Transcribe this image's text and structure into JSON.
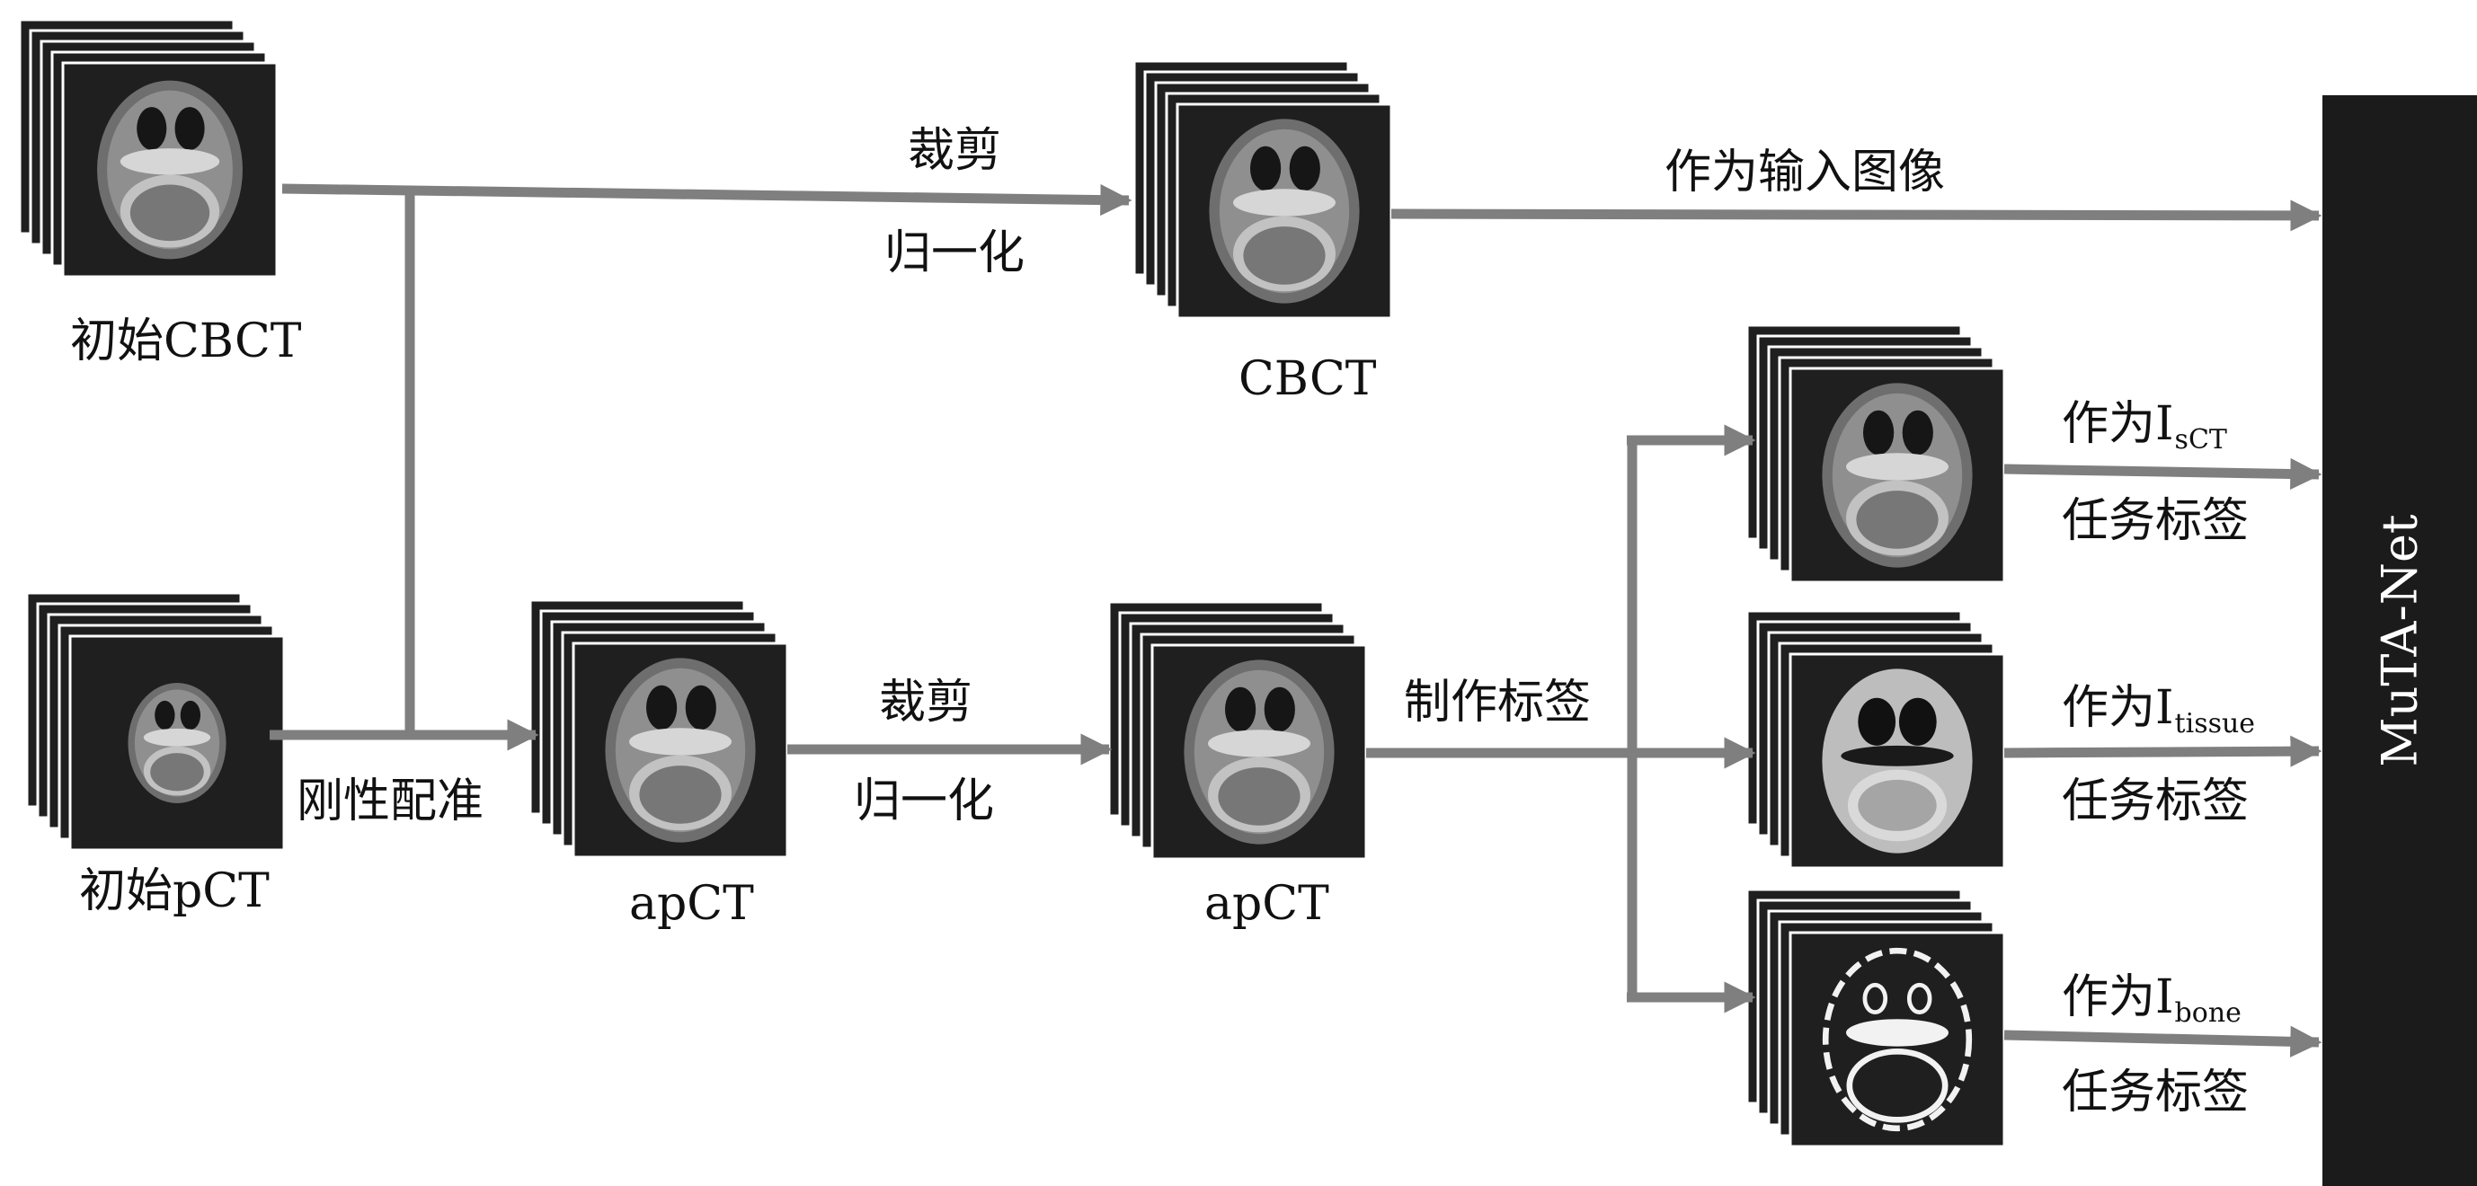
{
  "nodes": {
    "init_cbct": "初始CBCT",
    "init_pct": "初始pCT",
    "cbct": "CBCT",
    "apct1": "apCT",
    "apct2": "apCT",
    "network": "MuTA-Net"
  },
  "edges": {
    "crop_top": "裁剪",
    "norm_top": "归一化",
    "as_input": "作为输入图像",
    "rigid": "刚性配准",
    "crop_mid": "裁剪",
    "norm_mid": "归一化",
    "make_label": "制作标签"
  },
  "tasks": [
    {
      "prefix": "作为I",
      "sub": "sCT",
      "line2": "任务标签"
    },
    {
      "prefix": "作为I",
      "sub": "tissue",
      "line2": "任务标签"
    },
    {
      "prefix": "作为I",
      "sub": "bone",
      "line2": "任务标签"
    }
  ],
  "colors": {
    "arrow": "#7f7f7f",
    "tile": "#1f1f1f",
    "network": "#1b1b1b"
  },
  "icons": [
    "ct-slice-stack"
  ]
}
